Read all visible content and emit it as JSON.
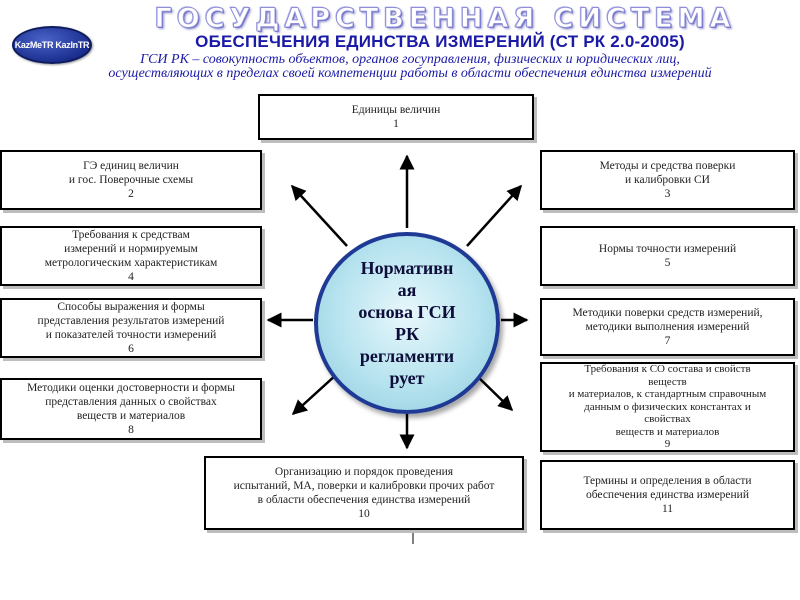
{
  "header": {
    "logo_text": "KazMeTR KazInTR",
    "big_title": "ГОСУДАРСТВЕННАЯ СИСТЕМА",
    "title": "ОБЕСПЕЧЕНИЯ ЕДИНСТВА ИЗМЕРЕНИЙ (СТ РК 2.0-2005)",
    "subtitle_line1": "ГСИ РК – совокупность объектов, органов госуправления, физических и юридических лиц,",
    "subtitle_line2": "осуществляющих в пределах своей  компетенции работы в области обеспечения единства измерений"
  },
  "center": {
    "text": "Нормативн\nая\nоснова ГСИ\nРК\nрегламенти\nрует"
  },
  "boxes": [
    {
      "text": "Единицы величин",
      "num": "1"
    },
    {
      "text": "ГЭ единиц величин\nи гос. Поверочные схемы",
      "num": "2"
    },
    {
      "text": "Методы и средства поверки\nи калибровки СИ",
      "num": "3"
    },
    {
      "text": "Требования к средствам\nизмерений и нормируемым\nметрологическим характеристикам",
      "num": "4"
    },
    {
      "text": "Нормы точности измерений",
      "num": "5"
    },
    {
      "text": "Способы выражения и формы\nпредставления результатов измерений\nи показателей  точности  измерений",
      "num": "6"
    },
    {
      "text": "Методики поверки средств измерений,\nметодики выполнения измерений",
      "num": "7"
    },
    {
      "text": "Методики оценки достоверности и формы\nпредставления данных о свойствах\nвеществ и материалов",
      "num": "8"
    },
    {
      "text": "Требования к СО состава и свойств\nвеществ\nи материалов, к стандартным справочным\nданным о физических константах и\nсвойствах\nвеществ и материалов",
      "num": "9"
    },
    {
      "text": "Организацию и порядок проведения\nиспытаний, МА, поверки и калибровки прочих работ\nв области обеспечения единства измерений",
      "num": "10"
    },
    {
      "text": "Термины и определения в области\nобеспечения  единства измерений",
      "num": "11"
    }
  ]
}
